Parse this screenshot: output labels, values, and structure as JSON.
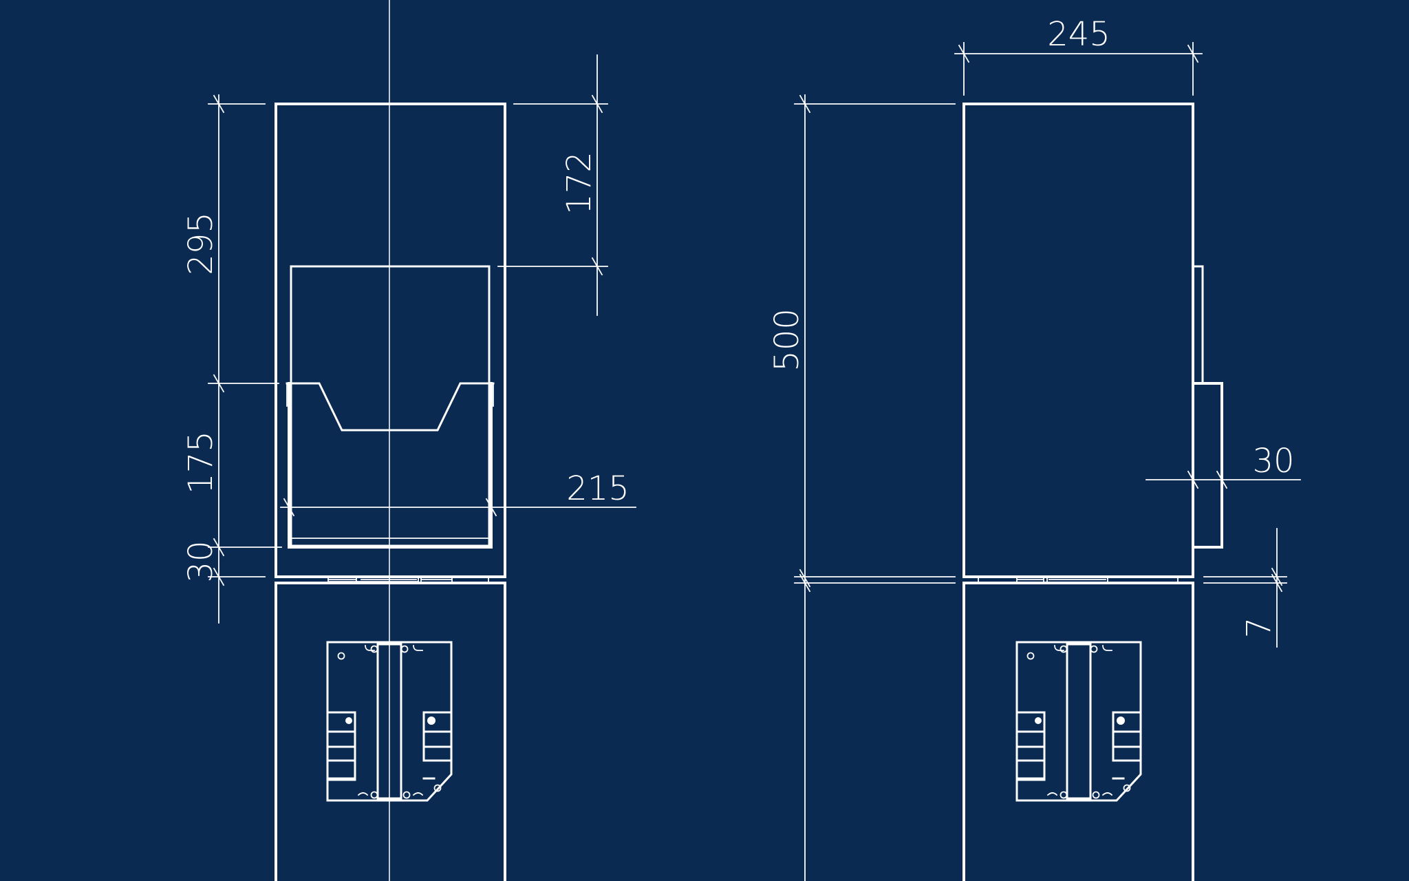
{
  "colors": {
    "background": "#0a2a52",
    "linework": "#ffffff"
  },
  "front_view": {
    "dims": {
      "d295": "295",
      "d175": "175",
      "d30": "30",
      "d172": "172",
      "d215": "215"
    }
  },
  "side_view": {
    "dims": {
      "d245": "245",
      "d500": "500",
      "d30": "30",
      "d7": "7"
    }
  }
}
